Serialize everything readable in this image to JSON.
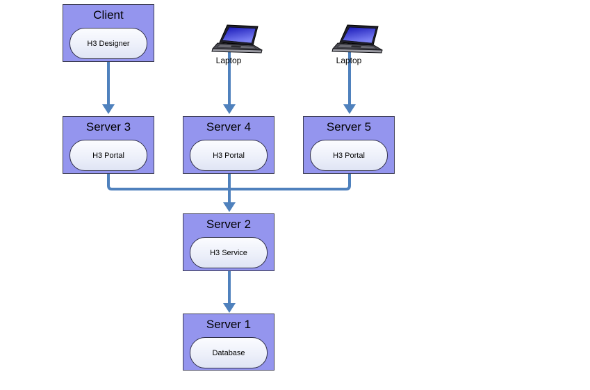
{
  "diagram": {
    "type": "network-architecture",
    "background": "#ffffff",
    "colors": {
      "node_fill": "#9495ee",
      "node_border": "#3c3c55",
      "oval_fill_top": "#fbfcff",
      "oval_fill_bottom": "#dfe4f4",
      "arrow": "#4f81bd",
      "text": "#000000",
      "laptop_screen": "#2a2ad0"
    },
    "nodes": [
      {
        "id": "client",
        "title": "Client",
        "label": "H3 Designer"
      },
      {
        "id": "server3",
        "title": "Server 3",
        "label": "H3 Portal"
      },
      {
        "id": "server4",
        "title": "Server 4",
        "label": "H3 Portal"
      },
      {
        "id": "server5",
        "title": "Server 5",
        "label": "H3 Portal"
      },
      {
        "id": "server2",
        "title": "Server 2",
        "label": "H3 Service"
      },
      {
        "id": "server1",
        "title": "Server 1",
        "label": "Database"
      }
    ],
    "devices": [
      {
        "id": "laptop1",
        "label": "Laptop",
        "icon": "laptop-icon"
      },
      {
        "id": "laptop2",
        "label": "Laptop",
        "icon": "laptop-icon"
      }
    ],
    "connections": [
      {
        "from": "client",
        "to": "server3",
        "arrow": true
      },
      {
        "from": "laptop1",
        "to": "server4",
        "arrow": true
      },
      {
        "from": "laptop2",
        "to": "server5",
        "arrow": true
      },
      {
        "from": "server3",
        "to": "server2",
        "arrow": true
      },
      {
        "from": "server4",
        "to": "server2",
        "arrow": true
      },
      {
        "from": "server5",
        "to": "server2",
        "arrow": true
      },
      {
        "from": "server2",
        "to": "server1",
        "arrow": true
      }
    ]
  }
}
